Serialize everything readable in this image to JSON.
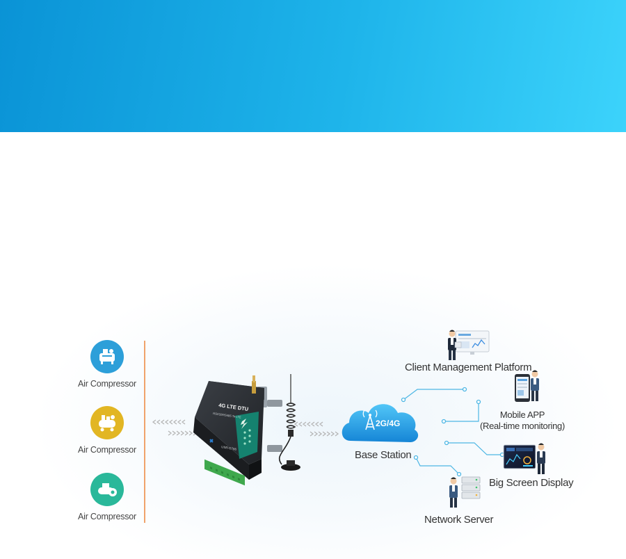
{
  "colors": {
    "banner_start": "#0a93d6",
    "banner_end": "#3cd3fb",
    "compressor_blue": "#2d9fd9",
    "compressor_gold": "#e2b623",
    "compressor_teal": "#2ab89a",
    "divider": "#f0a36b",
    "connector": "#4cb6e4",
    "cloud": "#1e9be0"
  },
  "devices": [
    {
      "label": "Air Compressor",
      "icon": "compressor-icon"
    },
    {
      "label": "Air Compressor",
      "icon": "compressor-tank-icon"
    },
    {
      "label": "Air Compressor",
      "icon": "compressor-wheel-icon"
    }
  ],
  "dtu": {
    "title": "4G LTE DTU",
    "subtitle": "RS232/RS485 To LTE",
    "model": "USR-G786"
  },
  "base_station": {
    "cloud_text": "2G/4G",
    "label": "Base Station"
  },
  "endpoints": {
    "client_platform": "Client Management Platform",
    "mobile_app_line1": "Mobile APP",
    "mobile_app_line2": "(Real-time monitoring)",
    "big_screen": "Big Screen Display",
    "network_server": "Network Server"
  }
}
